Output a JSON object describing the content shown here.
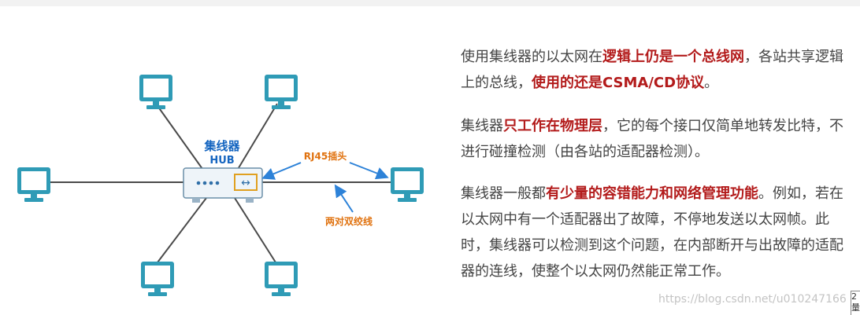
{
  "diagram": {
    "hub_label_cn": "集线器",
    "hub_label_en": "HUB",
    "rj45_label": "RJ45插头",
    "twisted_pair_label": "两对双绞线",
    "hub_port_glyph": "↔",
    "colors": {
      "monitor": "#2f9bb6",
      "label_blue": "#1565c0",
      "label_orange": "#e0720f",
      "arrow": "#2d82d8",
      "line": "#4a4a4a"
    }
  },
  "paragraphs": [
    {
      "segments": [
        {
          "text": "使用集线器的以太网在",
          "hl": false
        },
        {
          "text": "逻辑上仍是一个总线网",
          "hl": true
        },
        {
          "text": "，各站共享逻辑上的总线，",
          "hl": false
        },
        {
          "text": "使用的还是CSMA/CD协议",
          "hl": true
        },
        {
          "text": "。",
          "hl": false
        }
      ]
    },
    {
      "segments": [
        {
          "text": "集线器",
          "hl": false
        },
        {
          "text": "只工作在物理层",
          "hl": true
        },
        {
          "text": "，它的每个接口仅简单地转发比特，不进行碰撞检测（由各站的适配器检测）。",
          "hl": false
        }
      ]
    },
    {
      "segments": [
        {
          "text": "集线器一般都",
          "hl": false
        },
        {
          "text": "有少量的容错能力和网络管理功能",
          "hl": true
        },
        {
          "text": "。例如，若在以太网中有一个适配器出了故障，不停地发送以太网帧。此时，集线器可以检测到这个问题，在内部断开与出故障的适配器的连线，使整个以太网仍然能正常工作。",
          "hl": false
        }
      ]
    }
  ],
  "watermark": "https://blog.csdn.net/u010247166",
  "edge_text": "2量"
}
